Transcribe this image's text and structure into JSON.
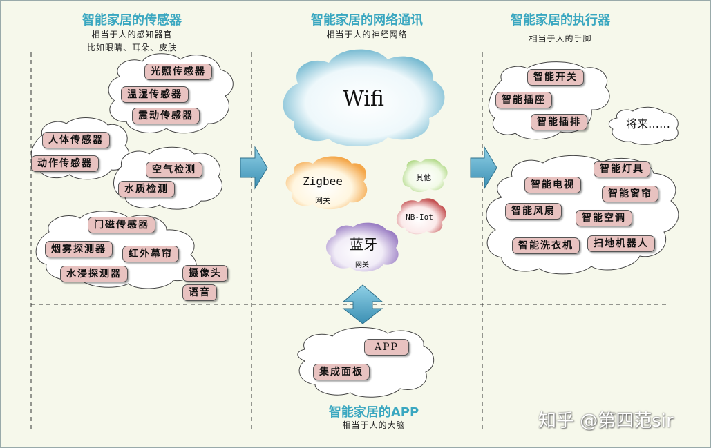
{
  "sections": {
    "sensors": {
      "title": "智能家居的传感器",
      "sub1": "相当于人的感知器官",
      "sub2": "比如眼睛、耳朵、皮肤"
    },
    "network": {
      "title": "智能家居的网络通讯",
      "sub1": "相当于人的神经网络"
    },
    "actuators": {
      "title": "智能家居的执行器",
      "sub1": "相当于人的手脚"
    },
    "app": {
      "title": "智能家居的APP",
      "sub1": "相当于人的大脑"
    }
  },
  "sensors": [
    "光照传感器",
    "温湿传感器",
    "震动传感器",
    "人体传感器",
    "动作传感器",
    "空气检测",
    "水质检测",
    "门磁传感器",
    "烟雾探测器",
    "红外幕帘",
    "水浸探测器",
    "摄像头",
    "语音"
  ],
  "network": {
    "wifi": "Wifi",
    "zigbee": "Zigbee",
    "zigbee_gateway": "网关",
    "other": "其他",
    "nbiot": "NB-Iot",
    "bluetooth": "蓝牙",
    "bluetooth_gateway": "网关"
  },
  "actuators": [
    "智能开关",
    "智能插座",
    "智能插排",
    "将来……",
    "智能灯具",
    "智能电视",
    "智能窗帘",
    "智能风扇",
    "智能空调",
    "智能洗衣机",
    "扫地机器人"
  ],
  "app_items": [
    "APP",
    "集成面板"
  ],
  "watermark": "知乎 @第四范sir",
  "colors": {
    "title": "#3aa7c0",
    "pill": "#e8c2c0",
    "arrow": "#4aa6c8",
    "background": "#f6f8eb"
  }
}
